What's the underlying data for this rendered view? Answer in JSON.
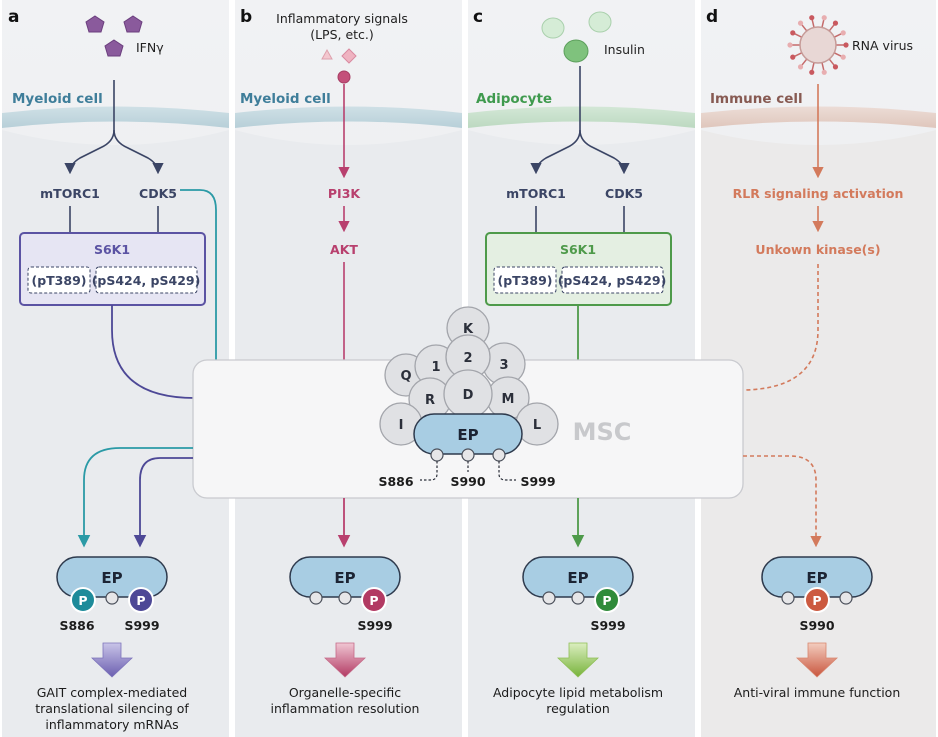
{
  "panels": [
    {
      "letter": "a",
      "cell": "Myeloid cell",
      "stimulus": "IFNγ",
      "kinase1": "mTORC1",
      "kinase2": "CDK5",
      "complex": "S6K1",
      "site1": "(pT389)",
      "site2": "(pS424, pS429)",
      "ep_label": "EP",
      "phos": "P",
      "res1": "S886",
      "res2": "S999",
      "outcome": [
        "GAIT complex-mediated",
        "translational silencing of",
        "inflammatory mRNAs"
      ]
    },
    {
      "letter": "b",
      "cell": "Myeloid cell",
      "stimulus": [
        "Inflammatory signals",
        "(LPS, etc.)"
      ],
      "kinase1": "PI3K",
      "kinase2": "AKT",
      "ep_label": "EP",
      "phos": "P",
      "res1": "S999",
      "outcome": [
        "Organelle-specific",
        "inflammation resolution"
      ]
    },
    {
      "letter": "c",
      "cell": "Adipocyte",
      "stimulus": "Insulin",
      "kinase1": "mTORC1",
      "kinase2": "CDK5",
      "complex": "S6K1",
      "site1": "(pT389)",
      "site2": "(pS424, pS429)",
      "ep_label": "EP",
      "phos": "P",
      "res1": "S999",
      "outcome": [
        "Adipocyte lipid metabolism",
        "regulation"
      ]
    },
    {
      "letter": "d",
      "cell": "Immune cell",
      "stimulus": "RNA virus",
      "kinase1": "RLR signaling activation",
      "kinase2": "Unkown kinase(s)",
      "ep_label": "EP",
      "phos": "P",
      "res1": "S990",
      "outcome": [
        "Anti-viral immune function"
      ]
    }
  ],
  "msc": {
    "label": "MSC",
    "subunits": [
      "K",
      "2",
      "1",
      "3",
      "Q",
      "D",
      "R",
      "M",
      "I",
      "L"
    ],
    "ep_label": "EP",
    "sites": [
      "S886",
      "S990",
      "S999"
    ]
  },
  "colors": {
    "navy": "#3b4565",
    "purple": "#5b53a3",
    "teal": "#2b9aa6",
    "pink": "#b8406e",
    "green": "#4e9a4a",
    "orange": "#d37a5c",
    "ep_fill": "#a8cde3"
  }
}
